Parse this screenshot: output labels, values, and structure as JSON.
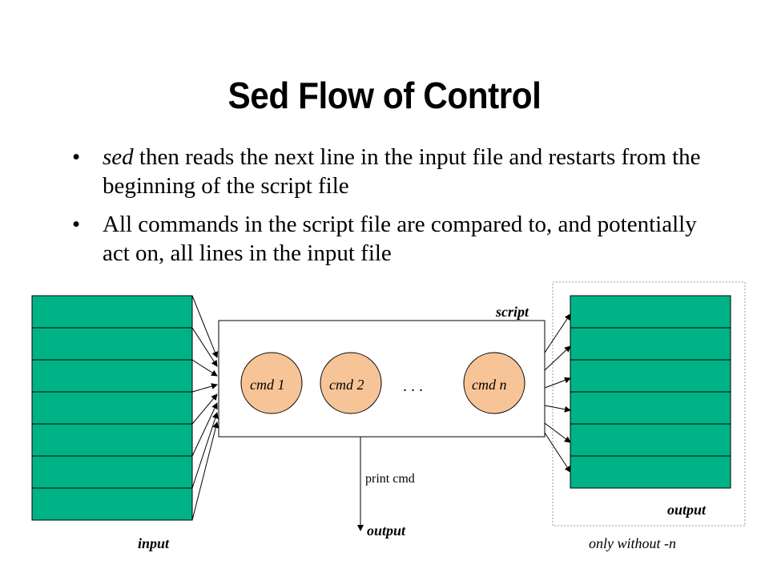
{
  "title": "Sed Flow of Control",
  "bullets": [
    {
      "prefix_em": "sed",
      "text": " then reads the next line in the input file and restarts from the beginning of the script file"
    },
    {
      "prefix_em": "",
      "text": "All commands in the script file are compared to, and potentially act on, all lines in the input file"
    }
  ],
  "diagram": {
    "commands": [
      "cmd 1",
      "cmd 2",
      "cmd n"
    ],
    "ellipsis": ". . .",
    "script_label": "script",
    "input_label": "input",
    "print_label": "print cmd",
    "print_output_label": "output",
    "right_output_label": "output",
    "right_note": "only without -n",
    "input_line_count": 7,
    "output_line_count": 6,
    "colors": {
      "line_fill": "#00b386",
      "cmd_fill": "#f7c497",
      "dashed_border": "#9a9a9a"
    }
  }
}
